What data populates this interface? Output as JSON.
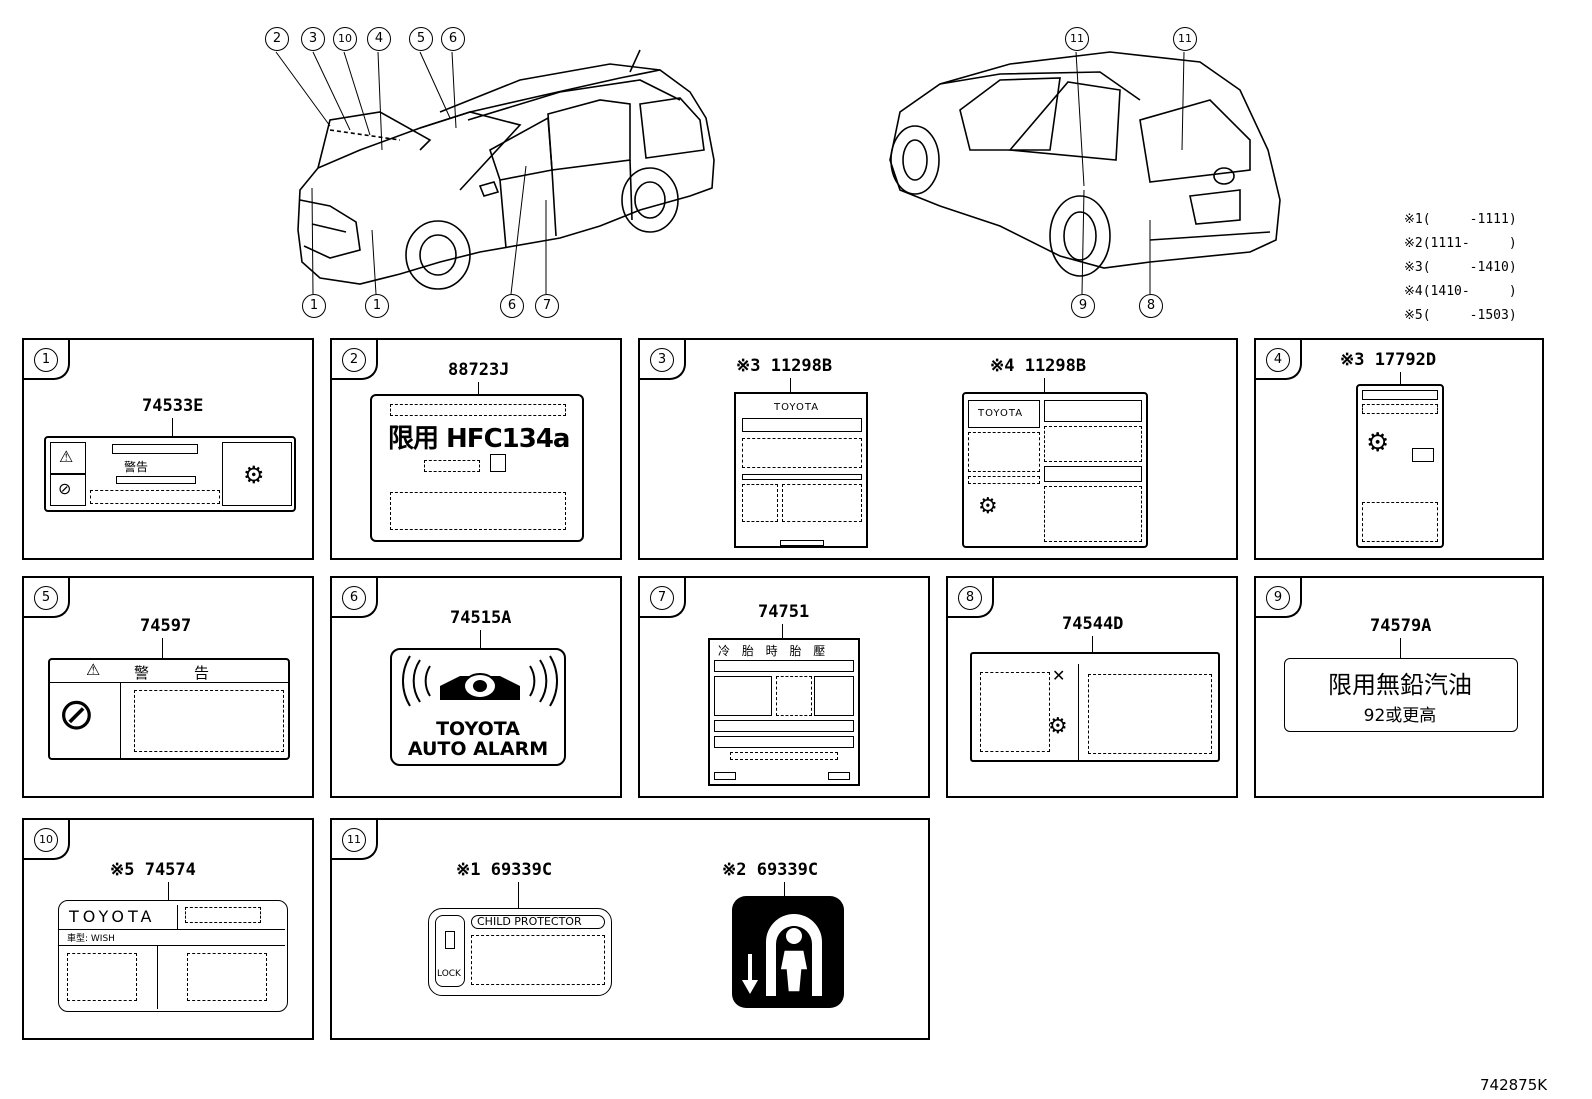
{
  "callouts": {
    "front_top": [
      "2",
      "3",
      "10",
      "4",
      "5",
      "6"
    ],
    "front_bottom": [
      "1",
      "1",
      "6",
      "7"
    ],
    "rear_top": [
      "11",
      "11"
    ],
    "rear_bottom": [
      "9",
      "8"
    ]
  },
  "notes": [
    "※1(     -1111)",
    "※2(1111-     )",
    "※3(     -1410)",
    "※4(1410-     )",
    "※5(     -1503)"
  ],
  "panels": {
    "p1": {
      "index": "1",
      "part": "74533E",
      "label_text": "警告"
    },
    "p2": {
      "index": "2",
      "part": "88723J",
      "label_text": "限用 HFC134a"
    },
    "p3": {
      "index": "3",
      "part_a": "※3 11298B",
      "part_b": "※4 11298B",
      "brand_a": "TOYOTA",
      "brand_b": "TOYOTA"
    },
    "p4": {
      "index": "4",
      "part": "※3 17792D"
    },
    "p5": {
      "index": "5",
      "part": "74597",
      "label_text": "警　　　告"
    },
    "p6": {
      "index": "6",
      "part": "74515A",
      "line1": "TOYOTA",
      "line2": "AUTO ALARM"
    },
    "p7": {
      "index": "7",
      "part": "74751",
      "label_text": "冷 胎 時 胎 壓"
    },
    "p8": {
      "index": "8",
      "part": "74544D"
    },
    "p9": {
      "index": "9",
      "part": "74579A",
      "line1": "限用無鉛汽油",
      "line2": "92或更高"
    },
    "p10": {
      "index": "10",
      "part": "※5 74574",
      "brand": "TOYOTA",
      "model": "車型: WISH"
    },
    "p11": {
      "index": "11",
      "part_a": "※1 69339C",
      "part_b": "※2 69339C",
      "child": "CHILD PROTECTOR",
      "lock": "LOCK"
    }
  },
  "ref_code": "742875K"
}
